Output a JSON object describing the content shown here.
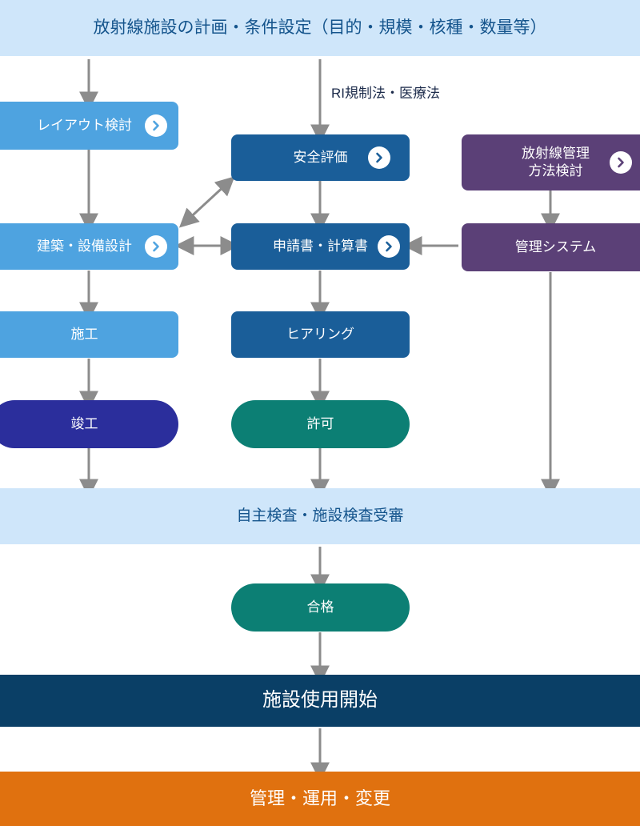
{
  "diagram": {
    "title_band": "放射線施設の計画・条件設定（目的・規模・核種・数量等）",
    "annotations": {
      "law": "RI規制法・医療法"
    },
    "bands": {
      "inspection": "自主検査・施設検査受審",
      "facility_start": "施設使用開始",
      "management": "管理・運用・変更"
    },
    "nodes": {
      "layout_study": "レイアウト検討",
      "safety_evaluation": "安全評価",
      "radiation_management_method": "放射線管理\n方法検討",
      "architecture_equipment_design": "建築・設備設計",
      "application_calculation": "申請書・計算書",
      "management_system": "管理システム",
      "construction": "施工",
      "hearing": "ヒアリング",
      "completion": "竣工",
      "permission": "許可",
      "pass": "合格"
    },
    "icons": {
      "chevron": "chevron-right-icon"
    },
    "colors": {
      "band_light_blue": "#cfe6fa",
      "band_light_blue_text": "#14548c",
      "node_light_blue": "#4ea3e0",
      "node_dark_blue": "#1a5e99",
      "node_purple": "#5b4077",
      "node_navy": "#2b2e9c",
      "node_teal": "#0c7f74",
      "band_navy": "#0a3f66",
      "band_orange": "#e0710f",
      "arrow_gray": "#8c8c8c"
    }
  }
}
